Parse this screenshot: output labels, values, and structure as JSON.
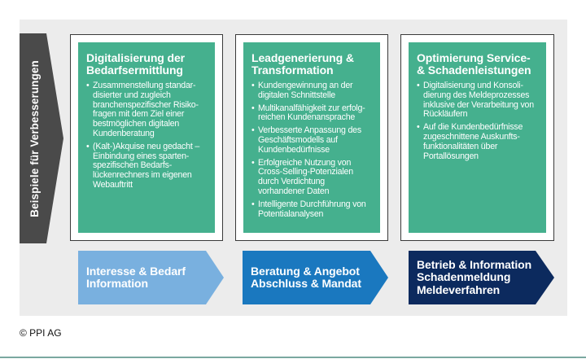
{
  "side_label": "Beispiele für Verbesserungen",
  "colors": {
    "panel_bg": "#ececec",
    "side_chevron": "#4a4a4a",
    "card_green": "#45b08e",
    "phase_1": "#79b0df",
    "phase_2": "#1a78bf",
    "phase_3": "#0c2a5e",
    "bottom_line": "#7aa8a0"
  },
  "cards": [
    {
      "title": "Digitalisierung der Bedarfsermittlung",
      "items": [
        "Zusammenstellung standar-disierter und zugleich branchenspezifischer Risiko-fragen mit dem Ziel einer bestmöglichen digitalen Kundenberatung",
        "(Kalt-)Akquise neu gedacht – Einbindung eines sparten-spezifischen Bedarfs-lückenrechners im eigenen Webauftritt"
      ]
    },
    {
      "title": "Leadgenerierung & Transformation",
      "items": [
        "Kundengewinnung an der digitalen Schnittstelle",
        "Multikanalfähigkeit zur erfolg-reichen Kundenansprache",
        "Verbesserte Anpassung des Geschäftsmodells auf Kundenbedürfnisse",
        "Erfolgreiche Nutzung von Cross-Selling-Potenzialen durch Verdichtung vorhandener Daten",
        "Intelligente Durchführung von Potentialanalysen"
      ]
    },
    {
      "title": "Optimierung Service- & Schadenleistungen",
      "items": [
        "Digitalisierung und Konsoli-dierung des Meldeprozesses inklusive der Verarbeitung von Rückläufern",
        "Auf die Kundenbedürfnisse zugeschnittene Auskunfts-funktionalitäten über Portallösungen"
      ]
    }
  ],
  "phases": [
    {
      "lines": [
        "Interesse & Bedarf",
        "Information"
      ]
    },
    {
      "lines": [
        "Beratung & Angebot",
        "Abschluss & Mandat"
      ]
    },
    {
      "lines": [
        "Betrieb & Information",
        "Schadenmeldung",
        "Meldeverfahren"
      ]
    }
  ],
  "copyright": "© PPI AG"
}
